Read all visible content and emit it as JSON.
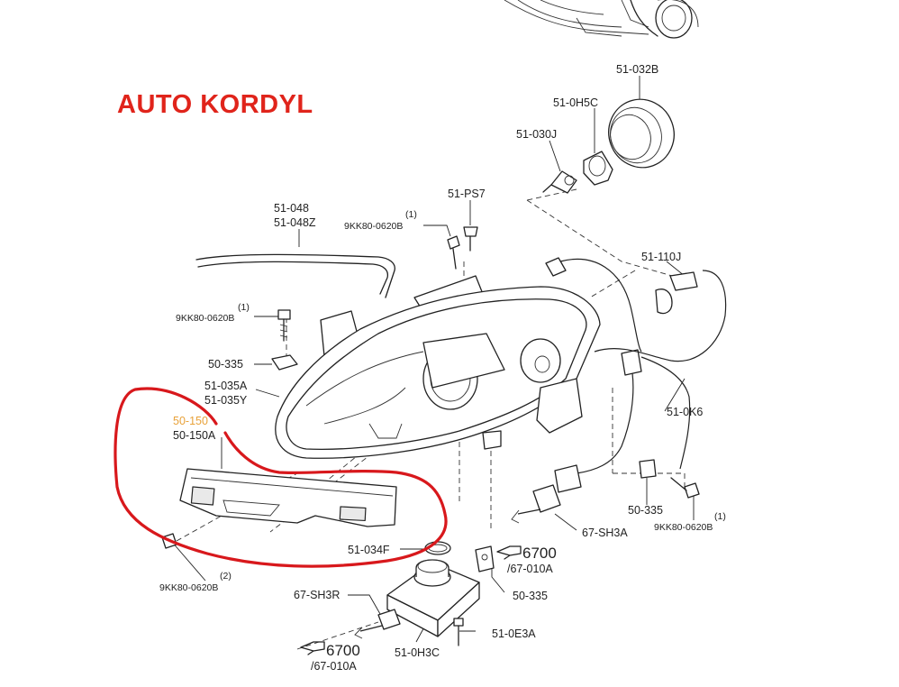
{
  "watermark": "AUTO KORDYL",
  "colors": {
    "watermark": "#e0241b",
    "highlight_ring": "#d8181c",
    "highlighted_label": "#e8a23a",
    "line": "#222222"
  },
  "labels": {
    "p51_032B": "51-032B",
    "p51_0H5C": "51-0H5C",
    "p51_030J": "51-030J",
    "p51_PS7": "51-PS7",
    "p51_048": "51-048",
    "p51_048Z": "51-048Z",
    "qty_1_top": "(1)",
    "p9KK80_top": "9KK80-0620B",
    "qty_1_left": "(1)",
    "p9KK80_left": "9KK80-0620B",
    "p50_335_left": "50-335",
    "p51_035A": "51-035A",
    "p51_035Y": "51-035Y",
    "p50_150": "50-150",
    "p50_150A": "50-150A",
    "p51_110J": "51-110J",
    "p51_0K6": "51-0K6",
    "p50_335_right": "50-335",
    "qty_1_right": "(1)",
    "p9KK80_right": "9KK80-0620B",
    "p67_SH3A": "67-SH3A",
    "ref_6700_right": "6700",
    "ref_67_010A_right": "/67-010A",
    "p51_034F": "51-034F",
    "p50_335_bottom": "50-335",
    "qty_2": "(2)",
    "p9KK80_bottom": "9KK80-0620B",
    "p67_SH3R": "67-SH3R",
    "p51_0E3A": "51-0E3A",
    "ref_6700_left": "6700",
    "ref_67_010A_left": "/67-010A",
    "p51_0H3C": "51-0H3C"
  },
  "icons": [
    "reference-pointer-icon",
    "screw-icon",
    "clip-icon",
    "bulb-icon",
    "connector-icon"
  ]
}
